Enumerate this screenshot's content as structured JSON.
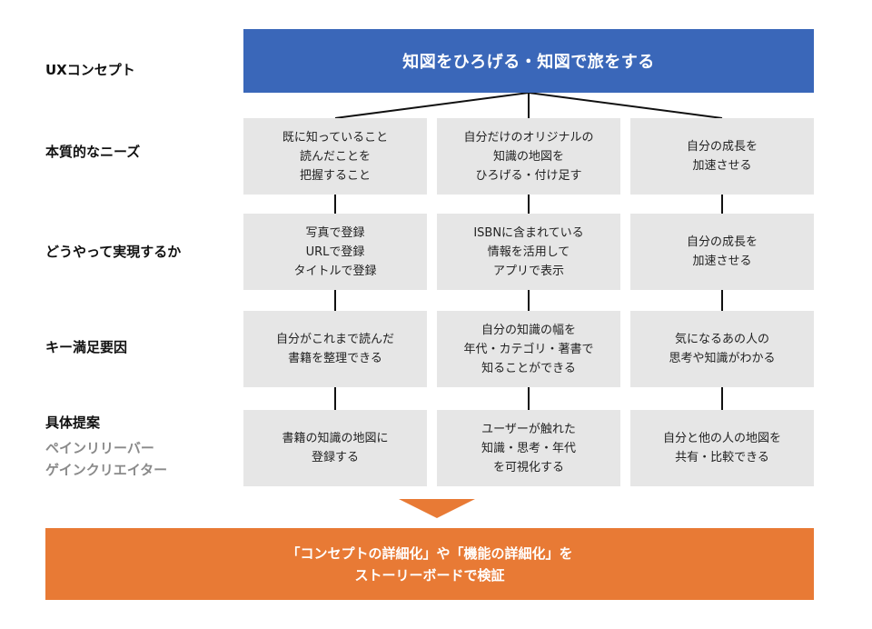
{
  "labels": {
    "ux_concept": "UXコンセプト",
    "needs": "本質的なニーズ",
    "how": "どうやって実現するか",
    "ksf": "キー満足要因",
    "proposal": "具体提案",
    "pain_reliever": "ペインリリーバー",
    "gain_creator": "ゲインクリエイター"
  },
  "concept": "知図をひろげる・知図で旅をする",
  "rows": [
    {
      "cells": [
        "既に知っていること\n読んだことを\n把握すること",
        "自分だけのオリジナルの\n知識の地図を\nひろげる・付け足す",
        "自分の成長を\n加速させる"
      ]
    },
    {
      "cells": [
        "写真で登録\nURLで登録\nタイトルで登録",
        "ISBNに含まれている\n情報を活用して\nアプリで表示",
        "自分の成長を\n加速させる"
      ]
    },
    {
      "cells": [
        "自分がこれまで読んだ\n書籍を整理できる",
        "自分の知識の幅を\n年代・カテゴリ・著書で\n知ることができる",
        "気になるあの人の\n思考や知識がわかる"
      ]
    },
    {
      "cells": [
        "書籍の知識の地図に\n登録する",
        "ユーザーが触れた\n知識・思考・年代\nを可視化する",
        "自分と他の人の地図を\n共有・比較できる"
      ]
    }
  ],
  "result": {
    "line1": "「コンセプトの詳細化」や「機能の詳細化」を",
    "line2": "ストーリーボードで検証"
  },
  "colors": {
    "concept_bg": "#3a67b9",
    "cell_bg": "#e6e6e6",
    "result_bg": "#e87a35"
  }
}
